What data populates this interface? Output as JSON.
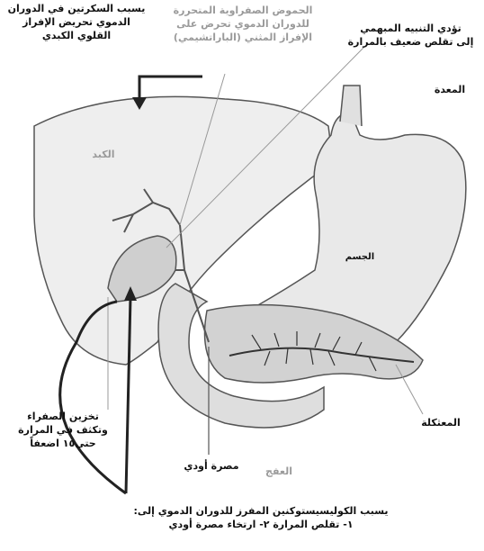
{
  "labels": {
    "secretin": [
      "يسبب السكرتين في الدوران",
      "الدموي تحريض الإفراز",
      "القلوي الكبدي"
    ],
    "bile_acids": [
      "الحموض الصفراوية المتحررة",
      "للدوران الدموي تحرض على",
      "الإفراز المثني (الباراتشيمي)"
    ],
    "vagus": [
      "تؤدي التنبيه المبهمي",
      "إلى تقلص ضعيف بالمرارة"
    ],
    "stomach": "المعدة",
    "liver": "الكبد",
    "antrum": "الجسم",
    "pancreas": "المعثكلة",
    "duodenum": "العفج",
    "oddi": "مصرة أودي",
    "gallbladder_storage": [
      "تخزين الصفراء",
      "وتكثف في المرارة",
      "حتى١٥ اضعفاً"
    ],
    "cck": [
      "يسبب الكوليسيستوكنين المفرز للدوران الدموي إلى:",
      "١- تقلص المرارة   ٢- ارتخاء مصرة أودي"
    ]
  }
}
